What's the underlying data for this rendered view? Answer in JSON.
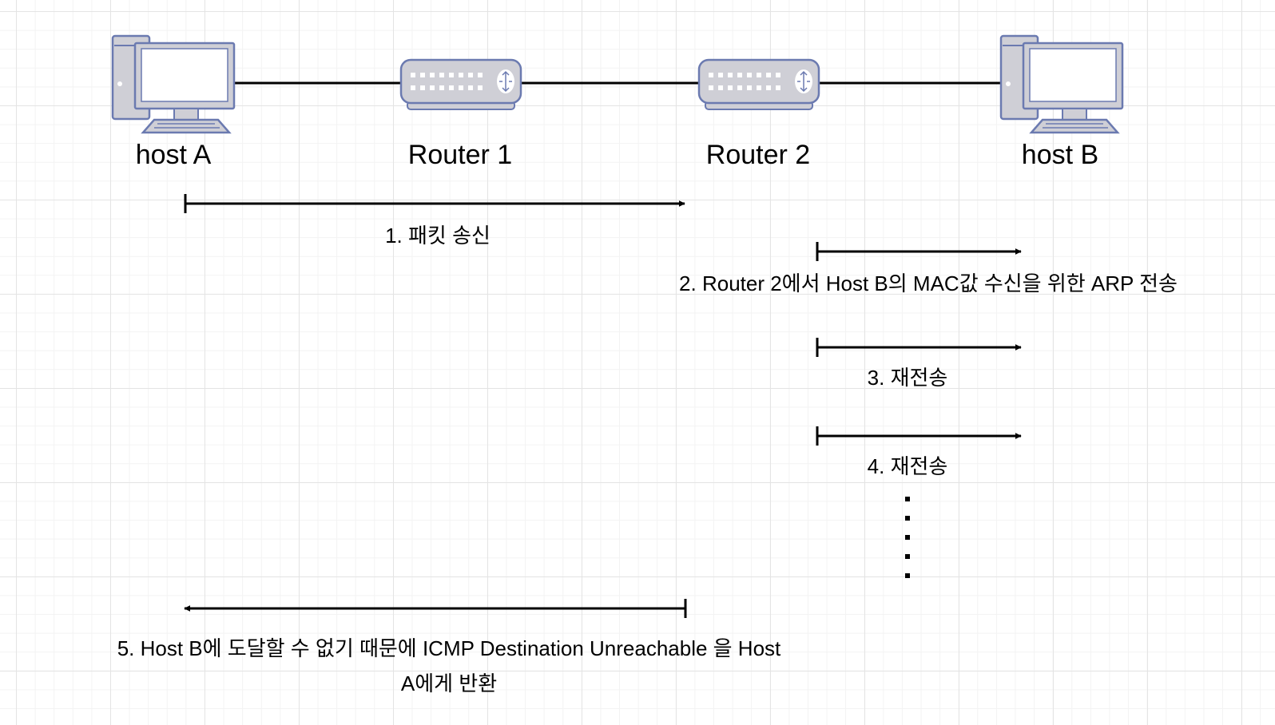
{
  "nodes": [
    {
      "id": "host-a",
      "type": "computer",
      "label": "host A"
    },
    {
      "id": "router-1",
      "type": "router",
      "label": "Router 1"
    },
    {
      "id": "router-2",
      "type": "router",
      "label": "Router 2"
    },
    {
      "id": "host-b",
      "type": "computer",
      "label": "host B"
    }
  ],
  "links": [
    {
      "from": "host-a",
      "to": "router-1"
    },
    {
      "from": "router-1",
      "to": "router-2"
    },
    {
      "from": "router-2",
      "to": "host-b"
    }
  ],
  "steps": [
    {
      "label": "1. 패킷 송신",
      "direction": "right"
    },
    {
      "label": "2. Router 2에서 Host B의 MAC값 수신을 위한 ARP 전송",
      "direction": "right"
    },
    {
      "label": "3. 재전송",
      "direction": "right"
    },
    {
      "label": "4. 재전송",
      "direction": "right"
    },
    {
      "label": "5. Host B에 도달할 수 없기 때문에 ICMP Destination Unreachable 을 Host A에게 반환",
      "direction": "left"
    }
  ],
  "colors": {
    "device_fill": "#CFCFD6",
    "device_stroke": "#6B7AB0",
    "screen_fill": "#FFFFFF",
    "line": "#000000",
    "grid": "#E4E4E4"
  }
}
